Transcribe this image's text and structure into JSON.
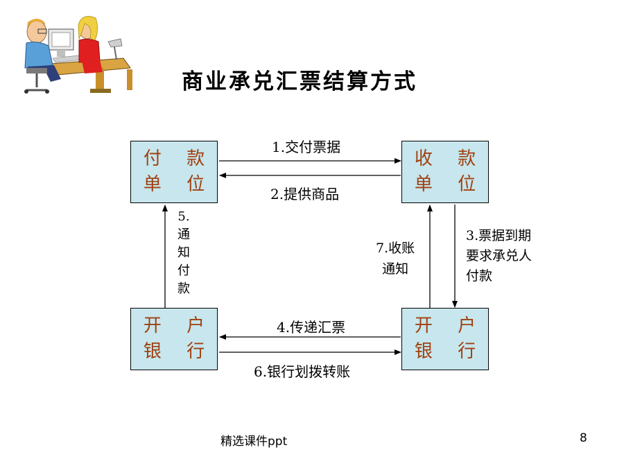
{
  "title": "商业承兑汇票结算方式",
  "nodes": {
    "payer": [
      "付 款",
      "单 位"
    ],
    "payee": [
      "收 款",
      "单 位"
    ],
    "bank_left": [
      "开 户",
      "银 行"
    ],
    "bank_right": [
      "开 户",
      "银 行"
    ]
  },
  "edges": {
    "e1": "1.交付票据",
    "e2": "2.提供商品",
    "e3": [
      "3.票据到期",
      "要求承兑人",
      "付款"
    ],
    "e4": "4.传递汇票",
    "e5": [
      "5.",
      "通",
      "知",
      "付",
      "款"
    ],
    "e6": "6.银行划拨转账",
    "e7": [
      "7.收账",
      "通知"
    ]
  },
  "footer": {
    "text": "精选课件ppt",
    "page": "8"
  },
  "colors": {
    "box_fill": "#c7e6ed",
    "box_text": "#a04010"
  }
}
